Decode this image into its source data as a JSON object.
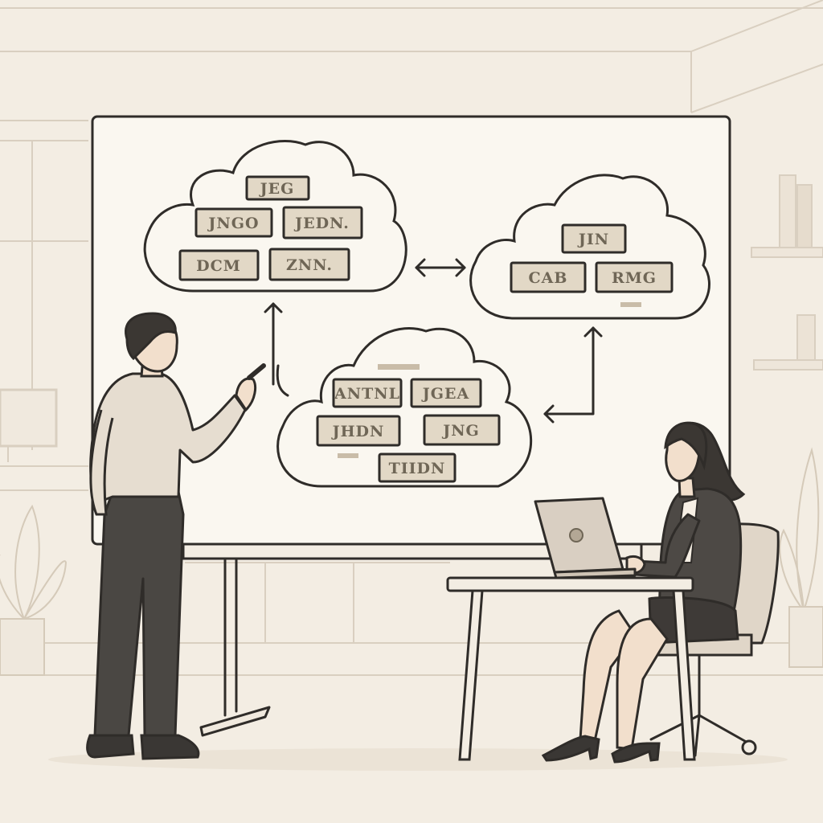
{
  "scene": {
    "colors": {
      "background": "#f3ede3",
      "whiteboard": "#faf7f0",
      "outline": "#2f2c29",
      "label_fill": "#e2d8c6",
      "shirt": "#e6ddd0",
      "trousers": "#4a4743",
      "jacket": "#4d4945",
      "hair": "#3b3733",
      "skin": "#f2dfcc",
      "laptop": "#d9cfc2",
      "chair": "#e0d6c8"
    },
    "clouds": {
      "left": {
        "labels": [
          "JEG",
          "JNGO",
          "JEDN.",
          "DCM",
          "ZNN."
        ]
      },
      "right": {
        "labels": [
          "JIN",
          "CAB",
          "RMG"
        ]
      },
      "bottom": {
        "labels": [
          "ANTNL",
          "JGEA",
          "JHDN",
          "JNG",
          "TIIDN"
        ]
      }
    },
    "icons": [
      "cloud-icon",
      "double-arrow-icon",
      "plant-icon",
      "laptop-logo-icon"
    ]
  }
}
